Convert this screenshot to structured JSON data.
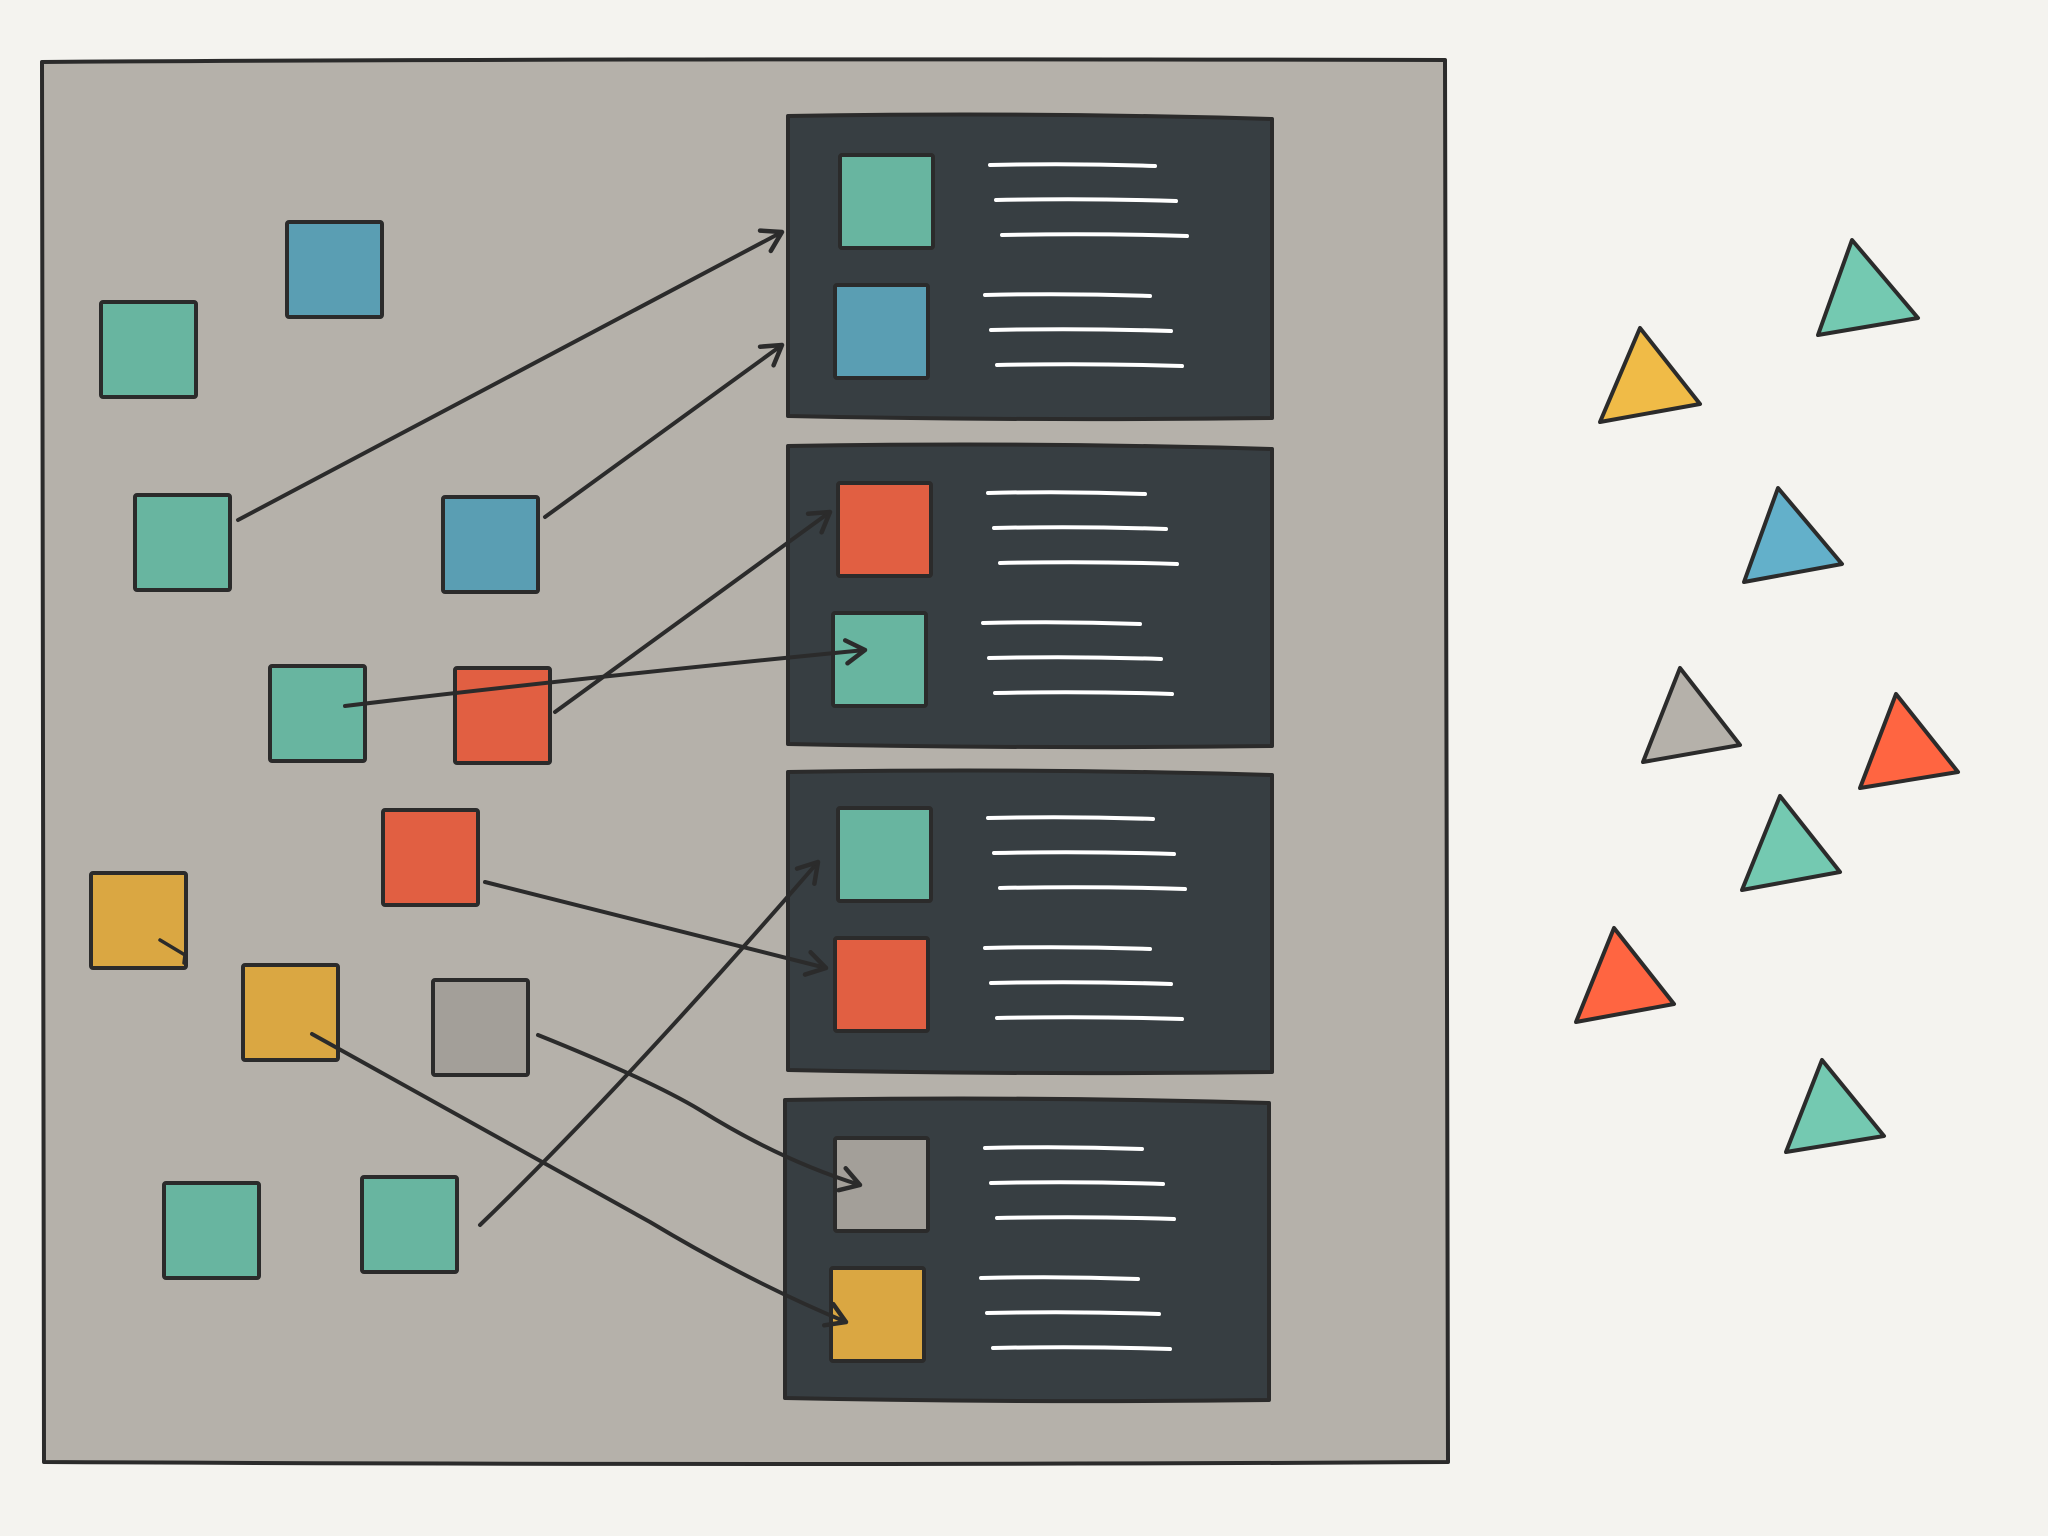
{
  "palette": {
    "background": "#f4f3ef",
    "board": "#b5b1aa",
    "card": "#373e42",
    "outline": "#2b2b2b",
    "teal": "#68b5a0",
    "blue": "#5a9eb3",
    "red": "#e15f42",
    "yellow": "#daa742",
    "gray": "#a39f99",
    "text_line": "#ffffff",
    "tri_teal": "#74c9b1",
    "tri_yellow": "#f0bb47",
    "tri_blue": "#63b0ca",
    "tri_gray": "#b5b1aa",
    "tri_red": "#ff6541"
  },
  "board": {
    "loose_items": [
      {
        "id": "t1",
        "color": "teal"
      },
      {
        "id": "b1",
        "color": "blue"
      },
      {
        "id": "t2",
        "color": "teal"
      },
      {
        "id": "b2",
        "color": "blue"
      },
      {
        "id": "t3",
        "color": "teal"
      },
      {
        "id": "r1",
        "color": "red"
      },
      {
        "id": "r2",
        "color": "red"
      },
      {
        "id": "y1",
        "color": "yellow"
      },
      {
        "id": "y2",
        "color": "yellow"
      },
      {
        "id": "g1",
        "color": "gray"
      },
      {
        "id": "t4",
        "color": "teal"
      },
      {
        "id": "t5",
        "color": "teal"
      }
    ],
    "cards": [
      {
        "slots": [
          {
            "color": "teal",
            "lines": 3
          },
          {
            "color": "blue",
            "lines": 3
          }
        ]
      },
      {
        "slots": [
          {
            "color": "red",
            "lines": 3
          },
          {
            "color": "teal",
            "lines": 3
          }
        ]
      },
      {
        "slots": [
          {
            "color": "teal",
            "lines": 3
          },
          {
            "color": "red",
            "lines": 3
          }
        ]
      },
      {
        "slots": [
          {
            "color": "gray",
            "lines": 3
          },
          {
            "color": "yellow",
            "lines": 3
          }
        ]
      }
    ],
    "connections": [
      {
        "from": "t2",
        "to": "card0-slot0"
      },
      {
        "from": "b2",
        "to": "card0-slot1"
      },
      {
        "from": "r1",
        "to": "card1-slot0"
      },
      {
        "from": "t3",
        "to": "card1-slot1"
      },
      {
        "from": "r2",
        "to": "card2-slot1"
      },
      {
        "from": "t5",
        "to": "card2-slot0"
      },
      {
        "from": "g1",
        "to": "card3-slot0"
      },
      {
        "from": "y2",
        "to": "card3-slot1"
      }
    ]
  },
  "outside_items": [
    {
      "shape": "triangle",
      "color": "tri_teal"
    },
    {
      "shape": "triangle",
      "color": "tri_yellow"
    },
    {
      "shape": "triangle",
      "color": "tri_blue"
    },
    {
      "shape": "triangle",
      "color": "tri_gray"
    },
    {
      "shape": "triangle",
      "color": "tri_red"
    },
    {
      "shape": "triangle",
      "color": "tri_teal"
    },
    {
      "shape": "triangle",
      "color": "tri_red"
    },
    {
      "shape": "triangle",
      "color": "tri_teal"
    }
  ]
}
